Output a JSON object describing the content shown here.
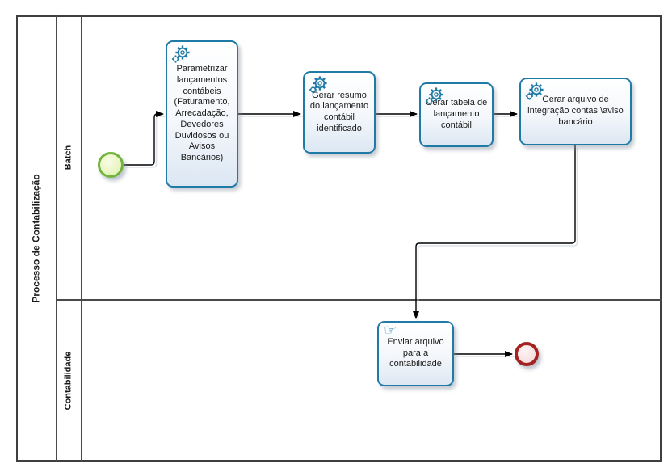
{
  "pool": {
    "title": "Processo de Contabilização",
    "lanes": [
      {
        "label": "Batch"
      },
      {
        "label": "Contabilidade"
      }
    ]
  },
  "tasks": [
    {
      "label": "Parametrizar lançamentos contábeis (Faturamento, Arrecadação, Devedores Duvidosos ou Avisos Bancários)",
      "type": "service",
      "icon": "gears-icon"
    },
    {
      "label": "Gerar resumo do lançamento contábil identificado",
      "type": "service",
      "icon": "gears-icon"
    },
    {
      "label": "Gerar tabela de lançamento contábil",
      "type": "service",
      "icon": "gears-icon"
    },
    {
      "label": "Gerar arquivo de integração contas \\aviso bancário",
      "type": "service",
      "icon": "gears-icon"
    },
    {
      "label": "Enviar arquivo para a contabilidade",
      "type": "manual",
      "icon": "hand-icon"
    }
  ],
  "events": [
    {
      "name": "start-event",
      "type": "start",
      "border_color": "#72b43e",
      "fill_color": "#eaf5c4"
    },
    {
      "name": "end-event",
      "type": "end",
      "border_color": "#a32222",
      "fill_color": "#f6dfdf"
    }
  ],
  "icons": {
    "manual_task_glyph": "☞"
  },
  "colors": {
    "task_border": "#1f7aa6",
    "task_fill_top": "#ffffff",
    "task_fill_bottom": "#dce7f3",
    "pool_border": "#3f3f3f",
    "flow_line": "#000000",
    "icon_blue": "#1f7aa6"
  }
}
